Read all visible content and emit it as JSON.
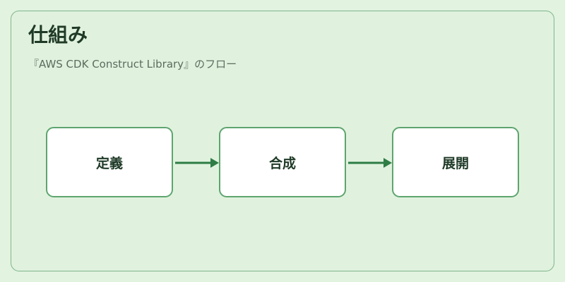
{
  "header": {
    "title": "仕組み",
    "subtitle": "『AWS CDK Construct Library』のフロー"
  },
  "flow": {
    "steps": [
      {
        "label": "定義"
      },
      {
        "label": "合成"
      },
      {
        "label": "展開"
      }
    ]
  },
  "colors": {
    "background": "#e2f3e0",
    "panel_border": "#7fb58a",
    "box_border": "#5ea56f",
    "arrow": "#2e7d45",
    "title_text": "#1f3a27",
    "subtitle_text": "#5c6b5f"
  },
  "icons": {
    "connector": "arrow-right-icon"
  }
}
